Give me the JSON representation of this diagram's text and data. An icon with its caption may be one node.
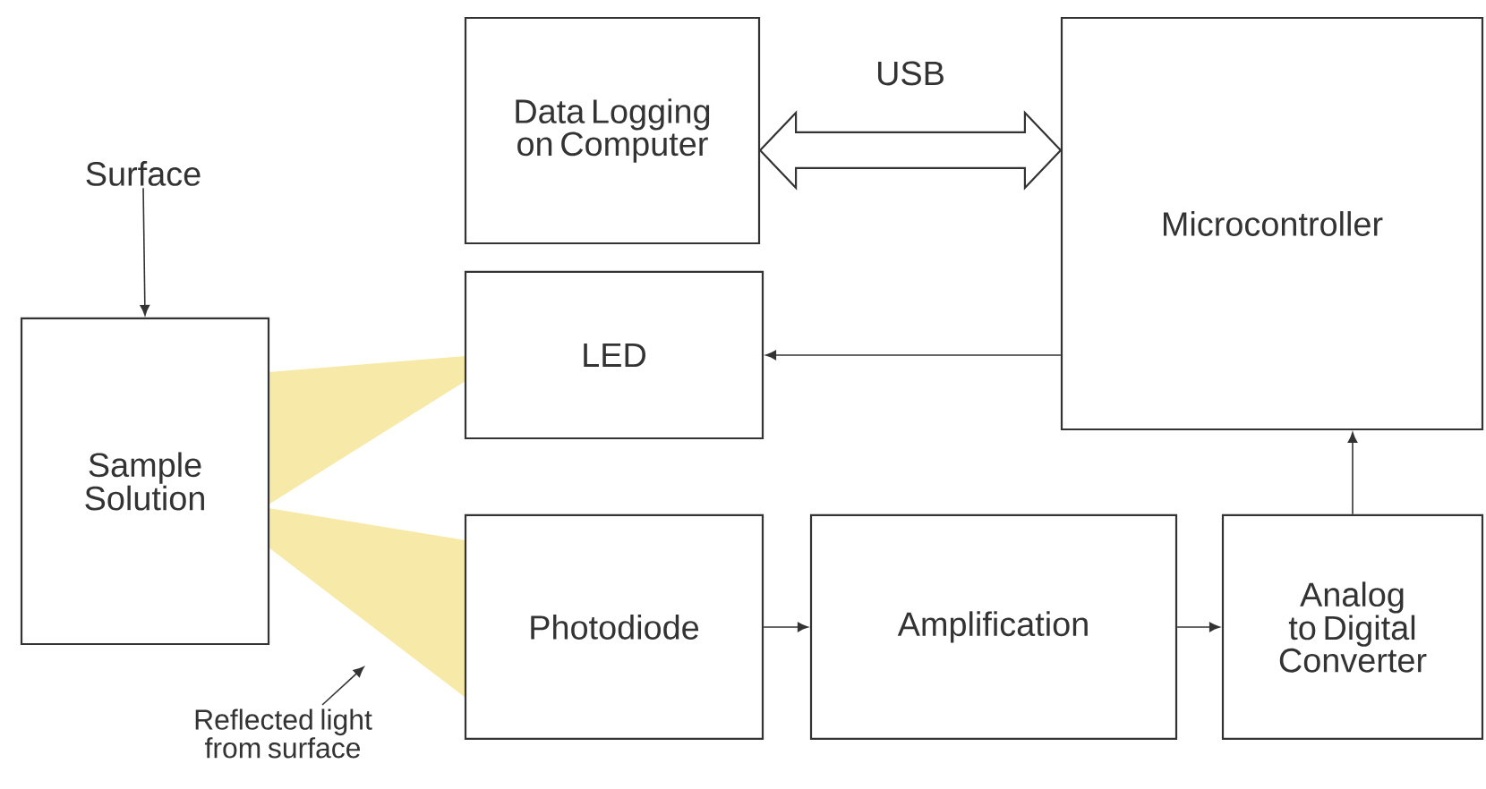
{
  "diagram": {
    "nodes": [
      {
        "text": [
          "Surface"
        ]
      },
      {
        "text": [
          "Sample Solution"
        ]
      },
      {
        "text": [
          "Data Logging on Computer"
        ]
      },
      {
        "text": [
          "Microcontroller"
        ]
      },
      {
        "text": [
          "LED"
        ]
      },
      {
        "text": [
          "Photodiode"
        ]
      },
      {
        "text": [
          "Amplification"
        ]
      },
      {
        "text": [
          "Analog to Digital Converter"
        ]
      },
      {
        "text": [
          "Reflected light from surface"
        ]
      }
    ],
    "edges": [
      {
        "from": 0,
        "to": 1,
        "arrow": "to"
      },
      {
        "from": 2,
        "to": 3,
        "arrow": "both",
        "label": "USB",
        "style": "thick"
      },
      {
        "from": 3,
        "to": 4,
        "arrow": "to"
      },
      {
        "from": 5,
        "to": 6,
        "arrow": "to"
      },
      {
        "from": 6,
        "to": 7,
        "arrow": "to"
      },
      {
        "from": 7,
        "to": 3,
        "arrow": "to"
      },
      {
        "from": 8,
        "to": null,
        "arrow": "to"
      }
    ]
  }
}
